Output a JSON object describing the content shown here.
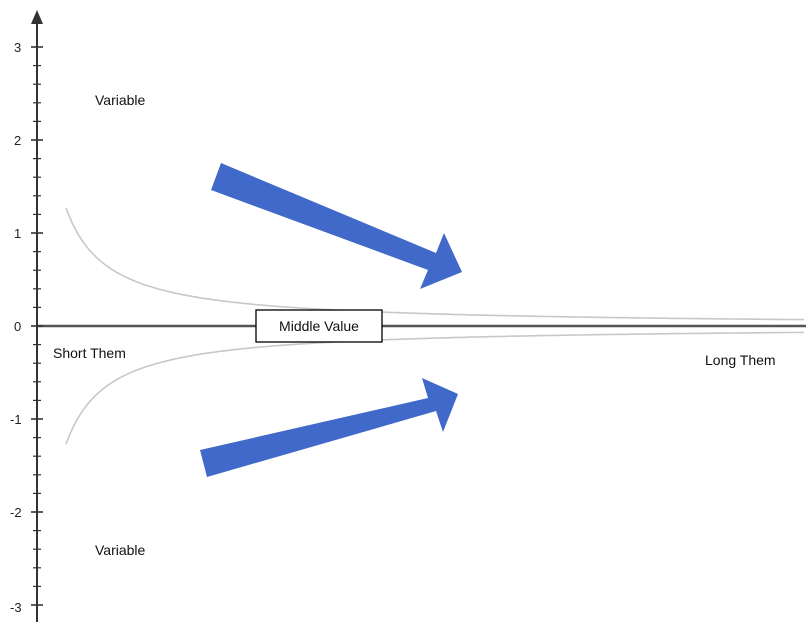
{
  "y_axis": {
    "range": [
      -3,
      3
    ],
    "tick_labels": [
      "3",
      "2",
      "1",
      "0",
      "-1",
      "-2",
      "-3"
    ]
  },
  "labels": {
    "upper_variable": "Variable",
    "lower_variable": "Variable",
    "middle_value": "Middle Value",
    "short_term": "Short Them",
    "long_term": "Long Them"
  },
  "arrows": {
    "upper_direction": "down-right",
    "lower_direction": "up-right",
    "color": "#4169c9"
  },
  "colors": {
    "curve": "#c8c8c8",
    "axis": "#333333",
    "box_border": "#000000"
  }
}
